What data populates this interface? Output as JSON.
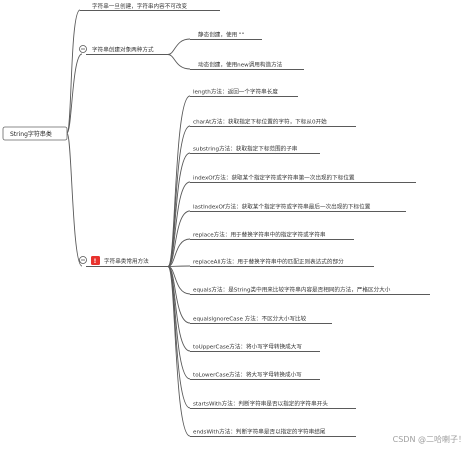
{
  "root": {
    "label": "String字符串类"
  },
  "top_leaf": {
    "label": "字符串一旦创建，字符串内容不可改变"
  },
  "creation": {
    "label": "字符串创建对象两种方式",
    "children": [
      {
        "label": "静态创建，使用 \"\""
      },
      {
        "label": "动态创建，使用new调用构造方法"
      }
    ]
  },
  "methods": {
    "badge": "!",
    "label": "字符串类常用方法",
    "children": [
      {
        "label": "length方法：返回一个字符串长度"
      },
      {
        "label": "charAt方法：获取指定下标位置的字符，下标从0开始"
      },
      {
        "label": "substring方法：获取指定下标范围的子串"
      },
      {
        "label": "indexOf方法：获取某个指定字符或字符串第一次出现的下标位置"
      },
      {
        "label": "lastIndexOf方法：获取某个指定字符或字符串最后一次出现的下标位置"
      },
      {
        "label": "replace方法：用于替换字符串中的指定字符或字符串"
      },
      {
        "label": "replaceAll方法：用于替换字符串中的匹配正则表达式的部分"
      },
      {
        "label": "equals方法：是String类中用来比较字符串内容是否相同的方法，严格区分大小"
      },
      {
        "label": "equalsIgnoreCase 方法：不区分大小写比较"
      },
      {
        "label": "toUpperCase方法：将小写字母转换成大写"
      },
      {
        "label": "toLowerCase方法：将大写字母转换成小写"
      },
      {
        "label": "startsWith方法：判断字符串是否以指定的字符串开头"
      },
      {
        "label": "endsWith方法：判断字符串是否以指定的字符串结尾"
      }
    ]
  },
  "watermark": "CSDN @二哈喇子！"
}
